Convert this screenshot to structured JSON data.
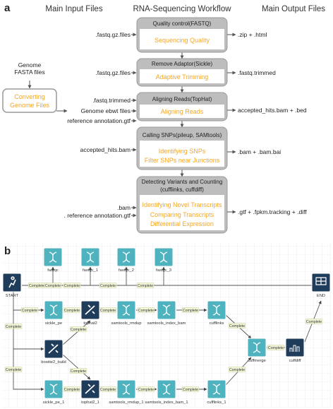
{
  "panel_a": {
    "label": "a",
    "headers": [
      "Main Input Files",
      "RNA-Sequencing Workflow",
      "Main Output Files"
    ],
    "steps": [
      {
        "title": "Quality control(FASTQ)",
        "lines": [
          "Sequencing Quality"
        ],
        "input": [
          ".fastq.gz.files"
        ],
        "output": [
          ".zip + .html"
        ]
      },
      {
        "title": "Remove Adaptor(Sickle)",
        "lines": [
          "Adaptive Trimming"
        ],
        "input": [
          ".fastq.gz.files"
        ],
        "output": [
          ".fastq.trimmed"
        ]
      },
      {
        "title": "Aligning Reads(TopHat)",
        "lines": [
          "Aligning Reads"
        ],
        "input": [
          ".fastq.trimmed",
          "Genome ebwt files",
          "reference annotation.gtf"
        ],
        "output": [
          "accepted_hits.bam + .bed"
        ]
      },
      {
        "title": "Calling SNPs(pileup, SAMtools)",
        "lines": [
          "Identifying SNPs",
          "Filter SNPs near Junctions"
        ],
        "input": [
          "accepted_hits.bam"
        ],
        "output": [
          ".bam + .bam.bai"
        ]
      },
      {
        "title": "Detecting Variants and Counting\n(cufflinks, cuffdiff)",
        "lines": [
          "Identifying Novel Transcripts",
          "Comparing Transcripts",
          "Differential Expression"
        ],
        "input": [
          ".bam",
          ". reference annotation.gtf"
        ],
        "output": [
          ".gtf + .fpkm.tracking + .diff"
        ]
      }
    ],
    "genome": {
      "source": "Genome\nFASTA files",
      "box": "Converting\nGenome Files"
    }
  },
  "panel_b": {
    "label": "b",
    "edge_label": "Complete",
    "nodes": {
      "start": "START",
      "end": "END",
      "fastqc": "fastqc",
      "fastqc_1": "fastqc_1",
      "fastqc_2": "fastqc_2",
      "fastqc_3": "fastqc_3",
      "sickle_pe": "sickle_pe",
      "tophat2": "tophat2",
      "samtools_rmdup": "samtools_rmdup",
      "samtools_index_bam": "samtools_index_bam",
      "cufflinks": "cufflinks",
      "bowtie2_build": "bowtie2_build",
      "sickle_pe_1": "sickle_pe_1",
      "tophat2_1": "tophat2_1",
      "samtools_rmdup_1": "samtools_rmdup_1",
      "samtools_index_bam_1": "samtools_index_bam_1",
      "cufflinks_1": "cufflinks_1",
      "cuffmerge": "cuffmerge",
      "cuffdiff": "cuffdiff"
    }
  },
  "colors": {
    "accent": "#f5a623",
    "box_gray": "#bdbdbd",
    "box_border": "#9a9a9a",
    "node_teal": "#4fb3bf",
    "node_navy": "#1f3c5a",
    "grid": "#e3e3ee",
    "label_green": "#f4f7d8"
  }
}
